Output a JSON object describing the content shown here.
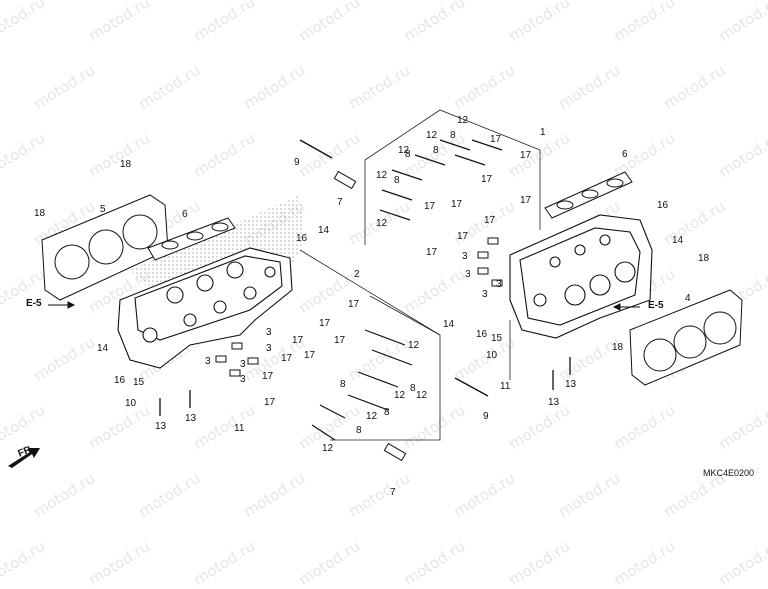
{
  "watermark": "motod.ru",
  "diagram_code": "MKC4E0200",
  "direction_label": "FR.",
  "reference_label": "E-5",
  "callouts": {
    "c1": "1",
    "c2": "2",
    "c4": "4",
    "c5": "5",
    "c6a": "6",
    "c6b": "6",
    "c7a": "7",
    "c7b": "7",
    "c9a": "9",
    "c9b": "9",
    "c8_list": [
      "8",
      "8",
      "8",
      "8",
      "8",
      "8",
      "8",
      "8"
    ],
    "c3_list": [
      "3",
      "3",
      "3",
      "3",
      "3",
      "3",
      "3",
      "3",
      "3"
    ],
    "c10a": "10",
    "c10b": "10",
    "c11a": "11",
    "c11b": "11",
    "c12_list": [
      "12",
      "12",
      "12",
      "12",
      "12",
      "12",
      "12",
      "12",
      "12",
      "12"
    ],
    "c13_list": [
      "13",
      "13",
      "13",
      "13"
    ],
    "c14_list": [
      "14",
      "14",
      "14",
      "14"
    ],
    "c15a": "15",
    "c15b": "15",
    "c16_list": [
      "16",
      "16",
      "16",
      "16"
    ],
    "c17_list": [
      "17",
      "17",
      "17",
      "17",
      "17",
      "17",
      "17",
      "17",
      "17",
      "17",
      "17",
      "17",
      "17",
      "17",
      "17",
      "17",
      "17"
    ],
    "c18_list": [
      "18",
      "18",
      "18",
      "18"
    ]
  }
}
